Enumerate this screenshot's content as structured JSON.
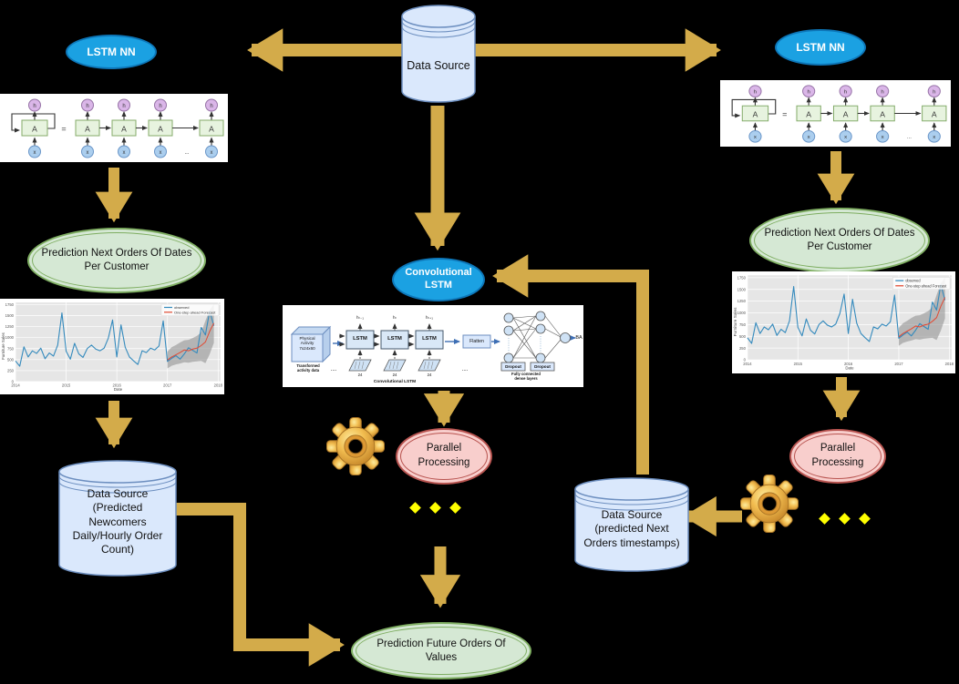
{
  "palette": {
    "arrow": "#d3ab4a",
    "diamond": "#ffff00",
    "blue_node_fill": "#1ba1e2",
    "blue_node_stroke": "#0d76b8",
    "green_node_fill": "#d5e8d4",
    "green_node_stroke": "#7fae62",
    "pink_node_fill": "#f8cecc",
    "pink_node_stroke": "#b85450",
    "cylinder_fill": "#dae8fc",
    "cylinder_stroke": "#6c8ebf"
  },
  "nodes": {
    "top_data_source": "Data Source",
    "lstm_left": "LSTM NN",
    "lstm_right": "LSTM NN",
    "conv_lstm": "Convolutional\nLSTM",
    "prediction_dates_left": "Prediction Next Orders Of Dates\nPer Customer",
    "prediction_dates_right": "Prediction Next Orders Of Dates\nPer Customer",
    "parallel_center": "Parallel\nProcessing",
    "parallel_right": "Parallel\nProcessing",
    "ds_newcomers": "Data Source\n(Predicted\nNewcomers\nDaily/Hourly Order\nCount)",
    "ds_timestamps": "Data Source\n(predicted Next\nOrders timestamps)",
    "prediction_future": "Prediction Future Orders Of\nValues"
  },
  "rnn": {
    "h": "h",
    "a": "A",
    "x": "x",
    "equals": "=",
    "ellipsis": "..."
  },
  "conv": {
    "input_label": "Physical\nActivity\n7x24x60",
    "input_caption": "Transformed\nactivity data",
    "lstm_label": "LSTM",
    "top_labels": [
      "hₜ₋₁",
      "hₜ",
      "hₜ₊₁"
    ],
    "bottom_label": "24",
    "dots": "....",
    "flatten_label": "Flatten",
    "dropout_label": "Dropout",
    "dense_caption": "Fully connected\ndense layers",
    "diagram_caption": "Convolutional LSTM",
    "output_label": "BA"
  },
  "chart_data": {
    "type": "line",
    "title": "",
    "xlabel": "Date",
    "ylabel": "Furniture Sales",
    "x_ticks": [
      "2014",
      "2015",
      "2016",
      "2017",
      "2018"
    ],
    "y_ticks": [
      0,
      250,
      500,
      750,
      1000,
      1250,
      1500,
      1750
    ],
    "ylim": [
      0,
      1800
    ],
    "grid": true,
    "legend_position": "upper right",
    "legend": [
      "observed",
      "One-step ahead Forecast"
    ],
    "series": [
      {
        "name": "observed",
        "color": "#348abd",
        "values": [
          470,
          350,
          790,
          560,
          700,
          640,
          760,
          520,
          650,
          580,
          830,
          1560,
          690,
          510,
          870,
          630,
          550,
          750,
          830,
          740,
          700,
          760,
          990,
          1400,
          560,
          1290,
          780,
          560,
          470,
          390,
          700,
          660,
          760,
          720,
          810,
          1380,
          460,
          530,
          590,
          510,
          630,
          770,
          710,
          650,
          1230,
          1060,
          1600,
          1270
        ]
      },
      {
        "name": "One-step ahead Forecast",
        "color": "#e24a33",
        "start_index": 36,
        "values": [
          490,
          560,
          610,
          660,
          720,
          700,
          740,
          760,
          820,
          900,
          1140,
          1330
        ]
      }
    ],
    "band": {
      "start_index": 36,
      "lower": [
        300,
        360,
        390,
        410,
        440,
        430,
        450,
        460,
        470,
        420,
        620,
        880
      ],
      "upper": [
        680,
        780,
        830,
        890,
        940,
        950,
        990,
        1040,
        1120,
        1380,
        1620,
        1760
      ],
      "color": "#8a8a8a",
      "opacity": 0.55
    }
  }
}
